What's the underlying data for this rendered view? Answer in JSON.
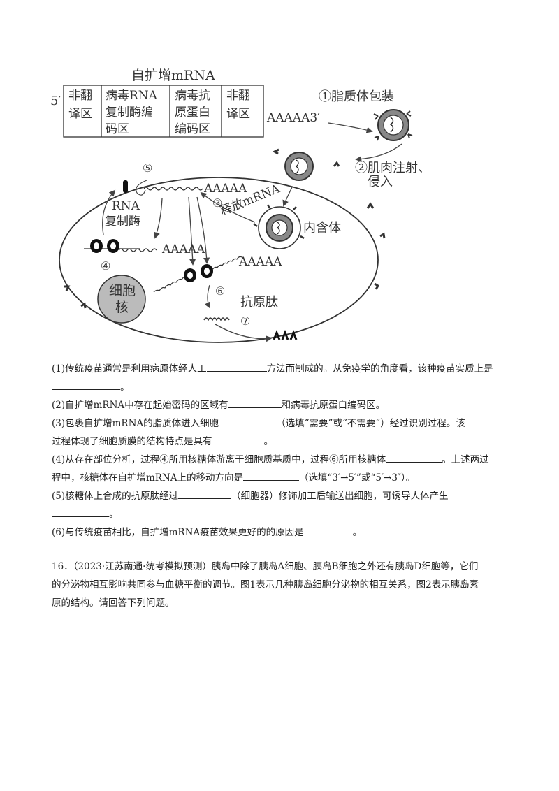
{
  "figure": {
    "title": "自扩增mRNA",
    "five_prime": "5′",
    "regions": [
      {
        "line1": "非翻",
        "line2": "译区",
        "line3": ""
      },
      {
        "line1": "病毒RNA",
        "line2": "复制酶编",
        "line3": "码区"
      },
      {
        "line1": "病毒抗",
        "line2": "原蛋白",
        "line3": "编码区"
      },
      {
        "line1": "非翻",
        "line2": "译区",
        "line3": ""
      }
    ],
    "poly_a_tail": "AAAAA3′",
    "step1": "①脂质体包装",
    "step2_line1": "②肌肉注射、",
    "step2_line2": "侵入",
    "step3_num": "③",
    "step3_text": "释放mRNA",
    "step4": "④",
    "step5": "⑤",
    "step6": "⑥",
    "step7": "⑦",
    "endosome": "内含体",
    "rna_polymerase_line1": "RNA",
    "rna_polymerase_line2": "复制酶",
    "nucleus_line1": "细胞",
    "nucleus_line2": "核",
    "antigen_peptide": "抗原肽",
    "poly_a_1": "AAAAA",
    "poly_a_2": "AAAAA",
    "poly_a_3": "AAAAA"
  },
  "questions": {
    "q1_a": "(1)传统疫苗通常是利用病原体经人工",
    "q1_b": "方法而制成的。从免疫学的角度看，该种疫苗实质上是",
    "q1_end": "。",
    "q2_a": "(2)自扩增mRNA中存在起始密码的区域有",
    "q2_b": "和病毒抗原蛋白编码区。",
    "q3_a": "(3)包裹自扩增mRNA的脂质体进入细胞",
    "q3_b": "（选填“需要”或“不需要”）经过识别过程。该",
    "q3_c": "过程体现了细胞质膜的结构特点是具有",
    "q3_end": "。",
    "q4_a": "(4)从存在部位分析，过程④所用核糖体游离于细胞质基质中，过程⑥所用核糖体",
    "q4_b": "。上述两过",
    "q4_c": "程中，核糖体在自扩增mRNA上的移动方向是",
    "q4_d": "（选填“3′→5′”或“5′→3″）。",
    "q5_a": "(5)核糖体上合成的抗原肽经过",
    "q5_b": "（细胞器）修饰加工后输送出细胞，可诱导人体产生",
    "q5_end": "。",
    "q6_a": "(6)与传统疫苗相比，自扩增mRNA疫苗效果更好的的原因是",
    "q6_end": "。"
  },
  "q16": {
    "line1": "16．（2023·江苏南通·统考模拟预测）胰岛中除了胰岛A细胞、胰岛B细胞之外还有胰岛D细胞等，它们",
    "line2": "的分泌物相互影响共同参与血糖平衡的调节。图1表示几种胰岛细胞分泌物的相互关系，图2表示胰岛素",
    "line3": "原的结构。请回答下列问题。"
  }
}
